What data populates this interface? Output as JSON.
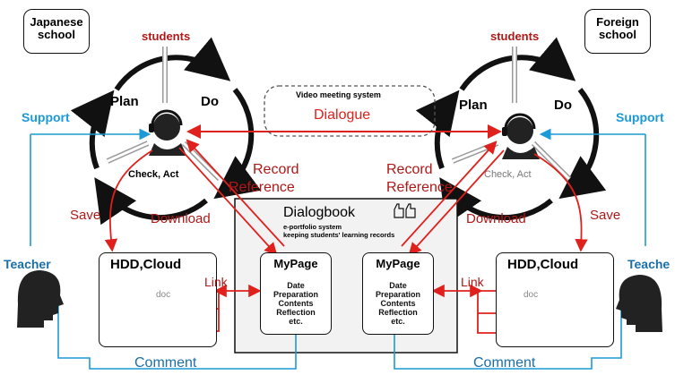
{
  "schools": {
    "left": [
      "Japanese",
      "school"
    ],
    "right": [
      "Foreign",
      "school"
    ]
  },
  "cycle": {
    "students": "students",
    "plan": "Plan",
    "do": "Do",
    "check_act": "Check, Act"
  },
  "support": "Support",
  "teacher": "Teacher",
  "teacher_right": "Teache",
  "video_system": "Video meeting system",
  "dialogue": "Dialogue",
  "record": "Record",
  "reference": "Reference",
  "save": "Save",
  "download": "Download",
  "dialogbook": {
    "title": "Dialogbook",
    "sub1": "e-portfolio system",
    "sub2": "keeping students' learning records"
  },
  "mypage": {
    "title": "MyPage",
    "items": [
      "Date",
      "Preparation",
      "Contents",
      "Reflection",
      "etc."
    ]
  },
  "storage": "HDD,Cloud",
  "doc": "doc",
  "link": "Link",
  "comment": "Comment",
  "colors": {
    "red": "#e0201c",
    "darkred": "#b01818",
    "blue": "#1a9ad6",
    "black": "#111111"
  }
}
